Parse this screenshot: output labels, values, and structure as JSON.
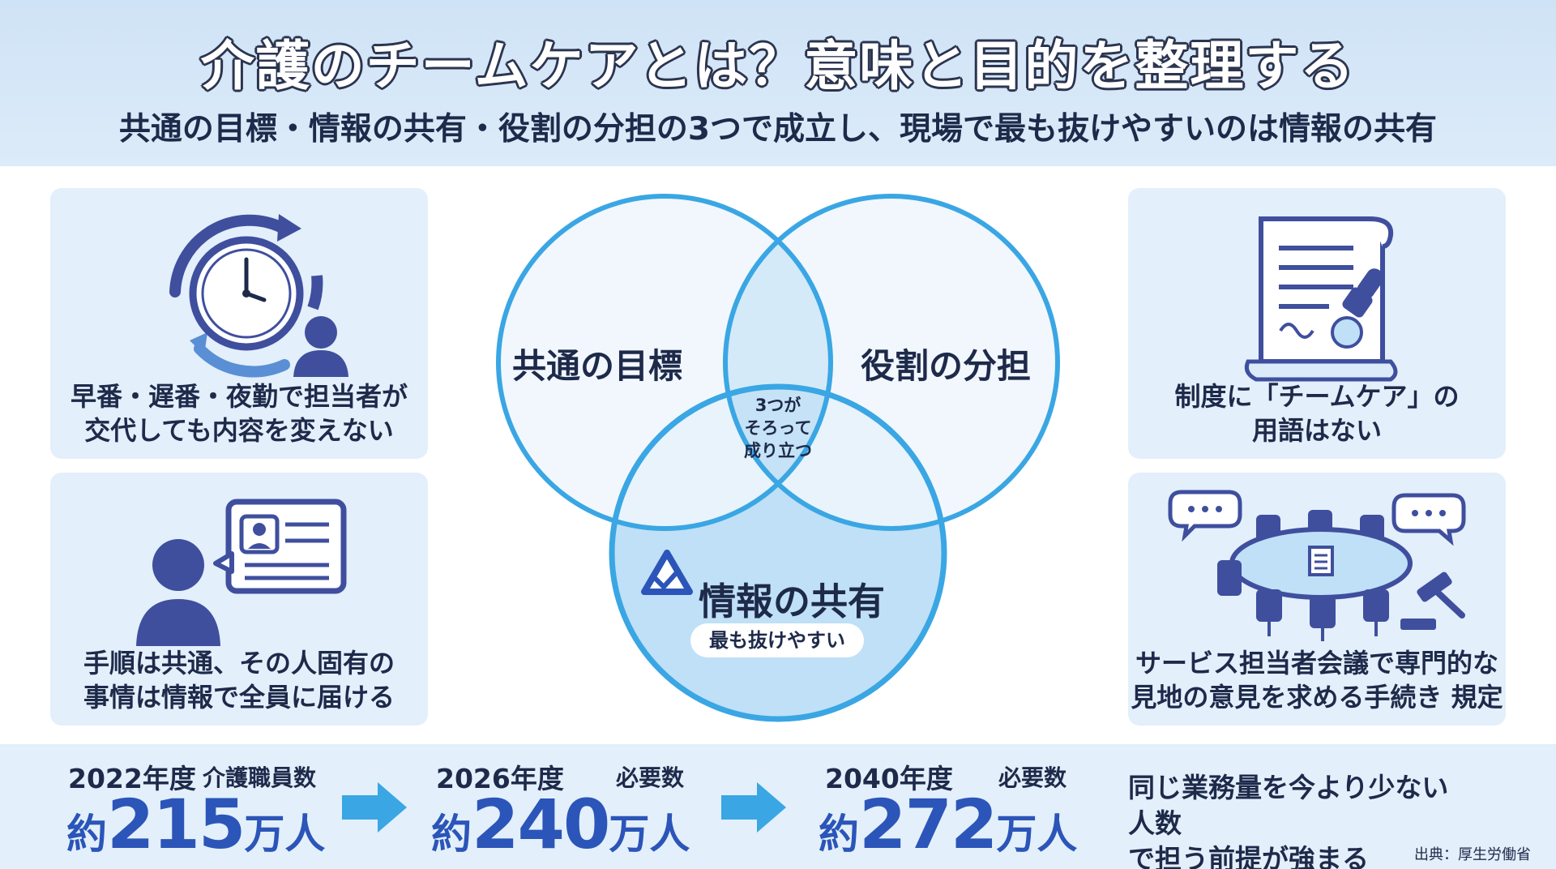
{
  "header": {
    "title": "介護のチームケアとは？意味と目的を整理する",
    "subtitle": "共通の目標・情報の共有・役割の分担の3つで成立し、現場で最も抜けやすいのは情報の共有"
  },
  "left_cards": [
    {
      "line1": "早番・遅番・夜勤で担当者が",
      "line2": "交代しても内容を変えない",
      "icon": "clock-rotation-person-icon"
    },
    {
      "line1": "手順は共通、その人固有の",
      "line2": "事情は情報で全員に届ける",
      "icon": "person-profile-card-icon"
    }
  ],
  "right_cards": [
    {
      "line1": "制度に「チームケア」の",
      "line2": "用語はない",
      "icon": "document-stamp-icon"
    },
    {
      "line1": "サービス担当者会議で専門的な",
      "line2": "見地の意見を求める手続き  規定",
      "icon": "meeting-table-icon"
    }
  ],
  "venn": {
    "left": "共通の目標",
    "right": "役割の分担",
    "bottom": "情報の共有",
    "bottom_badge": "最も抜けやすい",
    "center_line1": "3つが",
    "center_line2": "そろって",
    "center_line3": "成り立つ",
    "colors": {
      "ring": "#3aa6e4",
      "bottom_fill": "#bfe0f7",
      "overlap": "#d4eaf8"
    }
  },
  "stats": [
    {
      "year": "2022年度",
      "label": "介護職員数",
      "prefix": "約",
      "number": "215",
      "unit": "万人"
    },
    {
      "year": "2026年度",
      "label": "必要数",
      "prefix": "約",
      "number": "240",
      "unit": "万人"
    },
    {
      "year": "2040年度",
      "label": "必要数",
      "prefix": "約",
      "number": "272",
      "unit": "万人"
    }
  ],
  "conclusion": {
    "line1": "同じ業務量を今より少ない人数",
    "line2": "で担う前提が強まる"
  },
  "source": "出典：厚生労働省",
  "colors": {
    "accent": "#2b55b8",
    "arrow": "#3aa6e4",
    "icon": "#3f4f9e",
    "card_bg": "#e3effa"
  }
}
